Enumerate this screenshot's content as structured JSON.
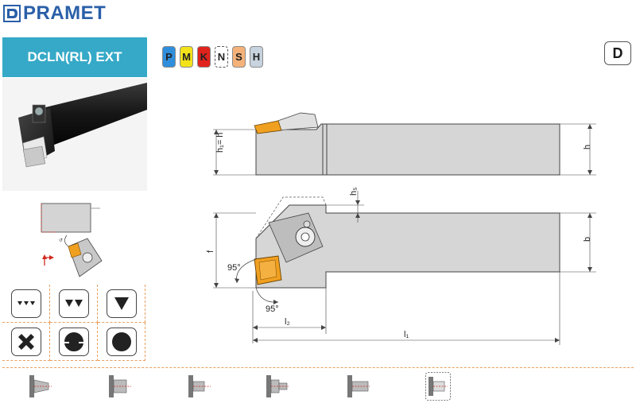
{
  "logo": {
    "name": "PRAMET",
    "icon": "pramet-logo-icon",
    "color": "#2a5fa8"
  },
  "title": {
    "text": "DCLN(RL) EXT",
    "bg_color": "#35a9c7"
  },
  "materials": [
    {
      "code": "P",
      "color": "#2f8fdc"
    },
    {
      "code": "M",
      "color": "#f3e21a"
    },
    {
      "code": "K",
      "color": "#e0231c"
    },
    {
      "code": "N",
      "color": "#ffffff",
      "dashed": true
    },
    {
      "code": "S",
      "color": "#f4b27a"
    },
    {
      "code": "H",
      "color": "#c7d3de"
    }
  ],
  "section": {
    "label": "D"
  },
  "drawing": {
    "labels": {
      "h1_eq_h": "h₁= h",
      "h": "h",
      "h5": "h₅",
      "f": "f",
      "b": "b",
      "angle1": "95°",
      "angle2": "95°",
      "l2": "l₂",
      "l1": "l₁"
    },
    "insert_color": "#f0a020"
  },
  "shape_icons": [
    {
      "name": "small-triangles-icon"
    },
    {
      "name": "medium-triangles-icon"
    },
    {
      "name": "large-triangle-icon"
    },
    {
      "name": "cross-shape-icon"
    },
    {
      "name": "rounded-shape-icon"
    },
    {
      "name": "circle-shape-icon"
    }
  ],
  "operation_icons": [
    {
      "name": "turning-op-1-icon"
    },
    {
      "name": "turning-op-2-icon"
    },
    {
      "name": "turning-op-3-icon"
    },
    {
      "name": "turning-op-4-icon"
    },
    {
      "name": "turning-op-5-icon"
    },
    {
      "name": "turning-op-6-icon",
      "dashed": true
    }
  ]
}
